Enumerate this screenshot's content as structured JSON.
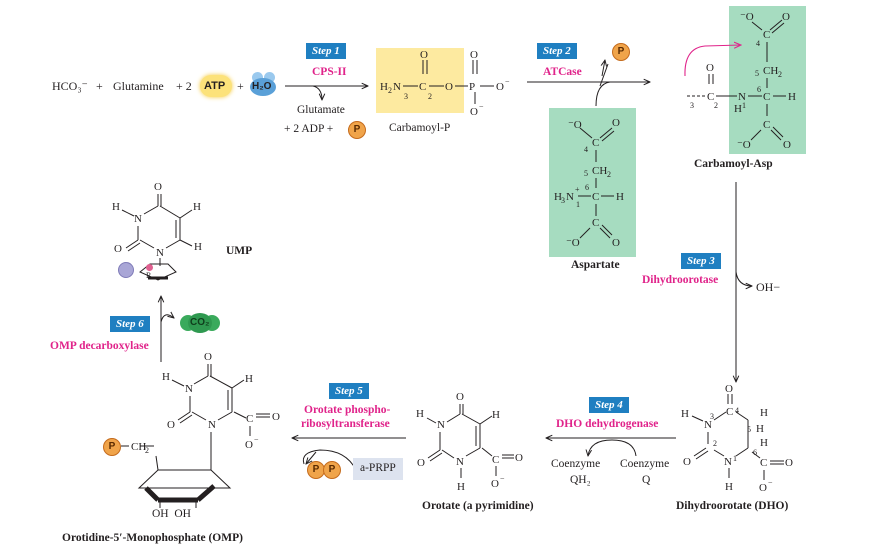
{
  "reaction": {
    "hco3": "HCO₃⁻",
    "plus1": "+",
    "glutamine": "Glutamine",
    "plus2": "+ 2",
    "atp": "ATP",
    "plus3": "+",
    "h2o": "H₂O",
    "glutamate": "Glutamate",
    "adp": "+ 2 ADP +",
    "p": "P"
  },
  "steps": [
    {
      "label": "Step 1",
      "enzyme": "CPS-II"
    },
    {
      "label": "Step 2",
      "enzyme": "ATCase"
    },
    {
      "label": "Step 3",
      "enzyme": "Dihydroorotase"
    },
    {
      "label": "Step 4",
      "enzyme": "DHO dehydrogenase"
    },
    {
      "label": "Step 5",
      "enzyme_line1": "Orotate phospho-",
      "enzyme_line2": "ribosyltransferase"
    },
    {
      "label": "Step 6",
      "enzyme": "OMP decarboxylase"
    }
  ],
  "compounds": {
    "carbamoyl_p": "Carbamoyl-P",
    "aspartate": "Aspartate",
    "carbamoyl_asp": "Carbamoyl-Asp",
    "dho": "Dihydroorotate (DHO)",
    "orotate": "Orotate (a pyrimidine)",
    "omp": "Orotidine-5′-Monophosphate (OMP)",
    "ump": "UMP"
  },
  "side": {
    "oh": "OH−",
    "coenzyme_qh2_1": "Coenzyme",
    "coenzyme_qh2_2": "QH₂",
    "coenzyme_q_1": "Coenzyme",
    "coenzyme_q_2": "Q",
    "prpp": "a-PRPP",
    "pp": "P",
    "co2": "CO₂"
  },
  "colors": {
    "step_badge": "#1f7fc1",
    "enzyme_text": "#e0238a",
    "phosphate": "#f0a44a",
    "aspartate_box": "#a6dcc0",
    "carbamoyl_box": "#fdeaa0",
    "co2": "#3aaa5c",
    "water": "#5aa0d8"
  }
}
